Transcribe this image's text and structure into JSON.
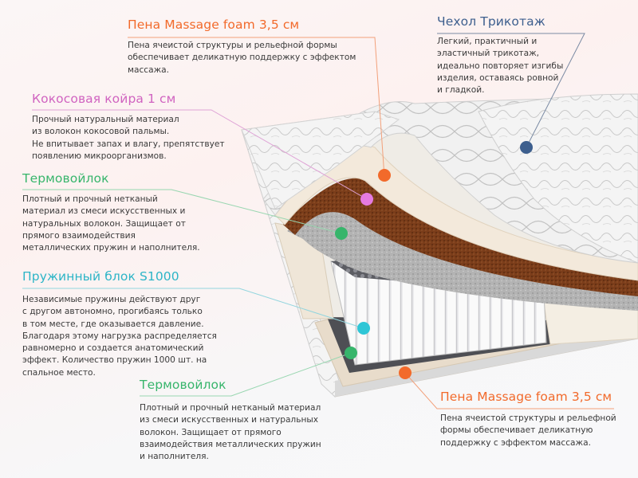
{
  "colors": {
    "orange": "#f26a2b",
    "pink": "#d063c0",
    "green": "#37b56b",
    "cyan": "#2db5c7",
    "blue": "#3d5f8e"
  },
  "callouts": {
    "massage_top": {
      "title": "Пена Massage foam 3,5 см",
      "lines": [
        "Пена ячеистой структуры и рельефной формы",
        "обеспечивает деликатную поддержку с эффектом",
        "массажа."
      ]
    },
    "coir": {
      "title": "Кокосовая койра 1 см",
      "lines": [
        "Прочный натуральный материал",
        "из волокон кокосовой пальмы.",
        "Не впитывает запах и влагу, препятствует",
        "появлению микроорганизмов."
      ]
    },
    "felt_top": {
      "title": "Термовойлок",
      "lines": [
        "Плотный и прочный нетканый",
        "материал из смеси искусственных и",
        "натуральных волокон. Защищает от",
        "прямого взаимодействия",
        "металлических пружин и наполнителя."
      ]
    },
    "springs": {
      "title": "Пружинный блок S1000",
      "lines": [
        "Независимые пружины действуют друг",
        "с другом автономно, прогибаясь только",
        "в том месте, где оказывается давление.",
        "Благодаря этому нагрузка распределяется",
        "равномерно и создается анатомический",
        "эффект. Количество пружин 1000 шт. на",
        "спальное место."
      ]
    },
    "felt_bottom": {
      "title": "Термовойлок",
      "lines": [
        "Плотный и прочный нетканый материал",
        "из смеси искусственных и натуральных",
        "волокон. Защищает от прямого",
        "взаимодействия металлических пружин",
        "и наполнителя."
      ]
    },
    "massage_bottom": {
      "title": "Пена Massage foam 3,5 см",
      "lines": [
        "Пена ячеистой структуры и рельефной",
        "формы обеспечивает деликатную",
        "поддержку с эффектом массажа."
      ]
    },
    "cover": {
      "title": "Чехол Трикотаж",
      "lines": [
        "Легкий, практичный и",
        "эластичный трикотаж,",
        "идеально повторяет изгибы",
        "изделия, оставаясь ровной",
        "и гладкой."
      ]
    }
  }
}
